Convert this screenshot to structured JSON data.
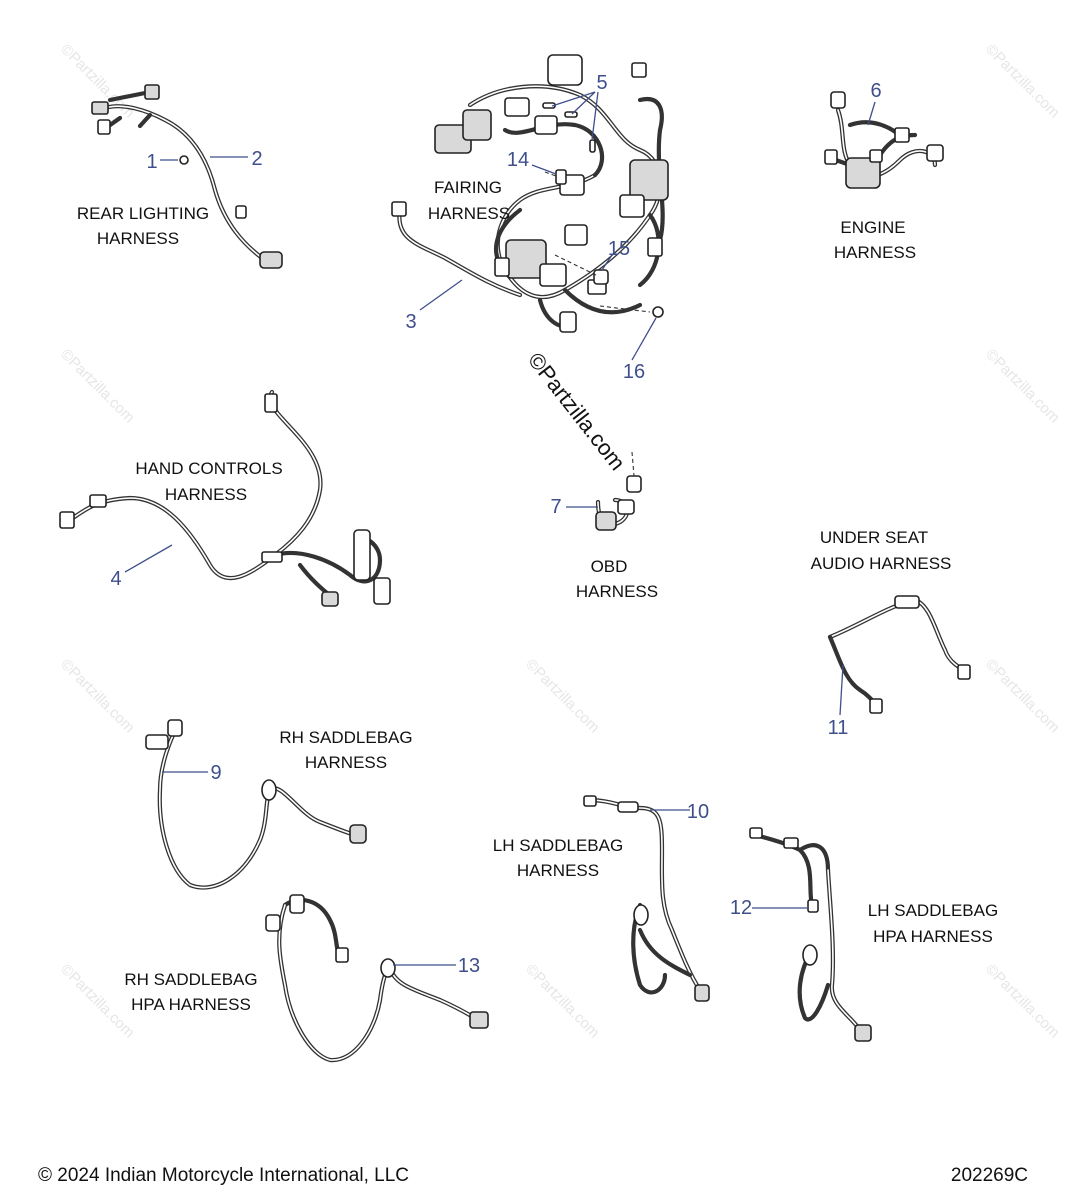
{
  "labels": {
    "rear_lighting": [
      "REAR LIGHTING",
      "HARNESS"
    ],
    "fairing": [
      "FAIRING",
      "HARNESS"
    ],
    "engine": [
      "ENGINE",
      "HARNESS"
    ],
    "hand_controls": [
      "HAND CONTROLS",
      "HARNESS"
    ],
    "obd": [
      "OBD",
      "HARNESS"
    ],
    "under_seat_audio": [
      "UNDER SEAT",
      "AUDIO HARNESS"
    ],
    "rh_saddlebag": [
      "RH SADDLEBAG",
      "HARNESS"
    ],
    "lh_saddlebag": [
      "LH SADDLEBAG",
      "HARNESS"
    ],
    "lh_saddlebag_hpa": [
      "LH SADDLEBAG",
      "HPA HARNESS"
    ],
    "rh_saddlebag_hpa": [
      "RH SADDLEBAG",
      "HPA HARNESS"
    ]
  },
  "callouts": [
    "1",
    "2",
    "3",
    "4",
    "5",
    "6",
    "7",
    "9",
    "10",
    "11",
    "12",
    "13",
    "14",
    "15",
    "16"
  ],
  "watermark": {
    "center": "©Partzilla.com",
    "tile": "©Partzilla.com"
  },
  "footer": {
    "copyright": "© 2024 Indian Motorcycle International, LLC",
    "diagram_id": "202269C"
  },
  "colors": {
    "callout": "#3f4f8c",
    "line_art": "#333333",
    "watermark": "#e6e6e6"
  }
}
